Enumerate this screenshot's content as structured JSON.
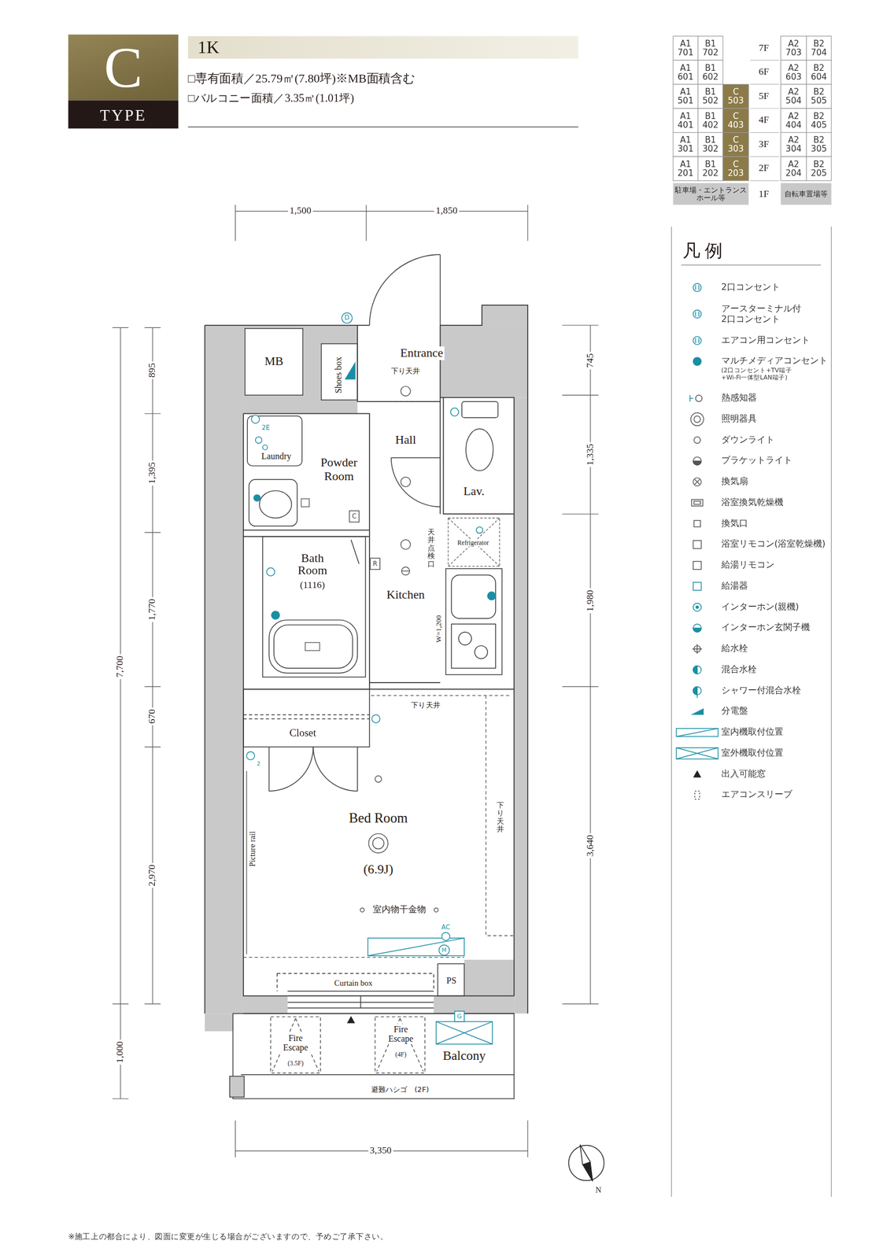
{
  "diagram": {
    "nodes": [
      {
        "text": [
          "C"
        ]
      },
      {
        "text": [
          "TYPE"
        ]
      },
      {
        "text": [
          "1K"
        ]
      }
    ],
    "labels": [
      "□専有面積／25.79㎡(7.80坪)※MB面積含む",
      "□バルコニー面積／3.35㎡(1.01坪)",
      "A1 701",
      "B1 702",
      "7F",
      "A2 703",
      "B2 704",
      "A1 601",
      "B1 602",
      "6F",
      "A2 603",
      "B2 604",
      "A1 501",
      "B1 502",
      "C 503",
      "5F",
      "A2 504",
      "B2 505",
      "A1 401",
      "B1 402",
      "C 403",
      "4F",
      "A2 404",
      "B2 405",
      "A1 301",
      "B1 302",
      "C 303",
      "3F",
      "A2 304",
      "B2 305",
      "A1 201",
      "B1 202",
      "C 203",
      "2F",
      "A2 204",
      "B2 205",
      "駐車場・エントランスホール等",
      "1F",
      "自転車置場等",
      "凡 例",
      "(2口コンセント+TV端子 +Wi-Fi一体型LAN端子)",
      "1,500",
      "1,850",
      "7,700",
      "895",
      "1,395",
      "1,770",
      "670",
      "2,970",
      "1,000",
      "745",
      "1,335",
      "1,980",
      "3,640",
      "3,350",
      "MB",
      "Shoes box",
      "Entrance",
      "下り天井",
      "Hall",
      "Laundry",
      "Powder Room",
      "Lav.",
      "天井点検口",
      "Refrigerator",
      "Bath Room",
      "(1116)",
      "Kitchen",
      "W=1,200",
      "下り天井",
      "Closet",
      "Bed Room",
      "(6.9J)",
      "Picture rail",
      "下り天井",
      "室内物干金物",
      "Curtain box",
      "PS",
      "Fire Escape",
      "(3.5F)",
      "Fire Escape",
      "(4F)",
      "Balcony",
      "避難ハシゴ　(2F)",
      "D",
      "2E",
      "C",
      "R",
      "AC",
      "M",
      "G",
      "2",
      "N",
      "※施工上の都合により、図面に変更が生じる場合がございますので、予めご了承下さい。"
    ],
    "legend": [
      {
        "text": "2口コンセント"
      },
      {
        "text": "アースターミナル付2口コンセント"
      },
      {
        "text": "エアコン用コンセント"
      },
      {
        "text": "マルチメディアコンセント"
      },
      {
        "text": "熱感知器"
      },
      {
        "text": "照明器具"
      },
      {
        "text": "ダウンライト"
      },
      {
        "text": "ブラケットライト"
      },
      {
        "text": "換気扇"
      },
      {
        "text": "浴室換気乾燥機"
      },
      {
        "text": "換気口"
      },
      {
        "text": "浴室リモコン(浴室乾燥機)"
      },
      {
        "text": "給湯リモコン"
      },
      {
        "text": "給湯器"
      },
      {
        "text": "インターホン(親機)"
      },
      {
        "text": "インターホン玄関子機"
      },
      {
        "text": "給水栓"
      },
      {
        "text": "混合水栓"
      },
      {
        "text": "シャワー付混合水栓"
      },
      {
        "text": "分電盤"
      },
      {
        "text": "室内機取付位置"
      },
      {
        "text": "室外機取付位置"
      },
      {
        "text": "出入可能窓"
      },
      {
        "text": "エアコンスリーブ"
      }
    ]
  }
}
